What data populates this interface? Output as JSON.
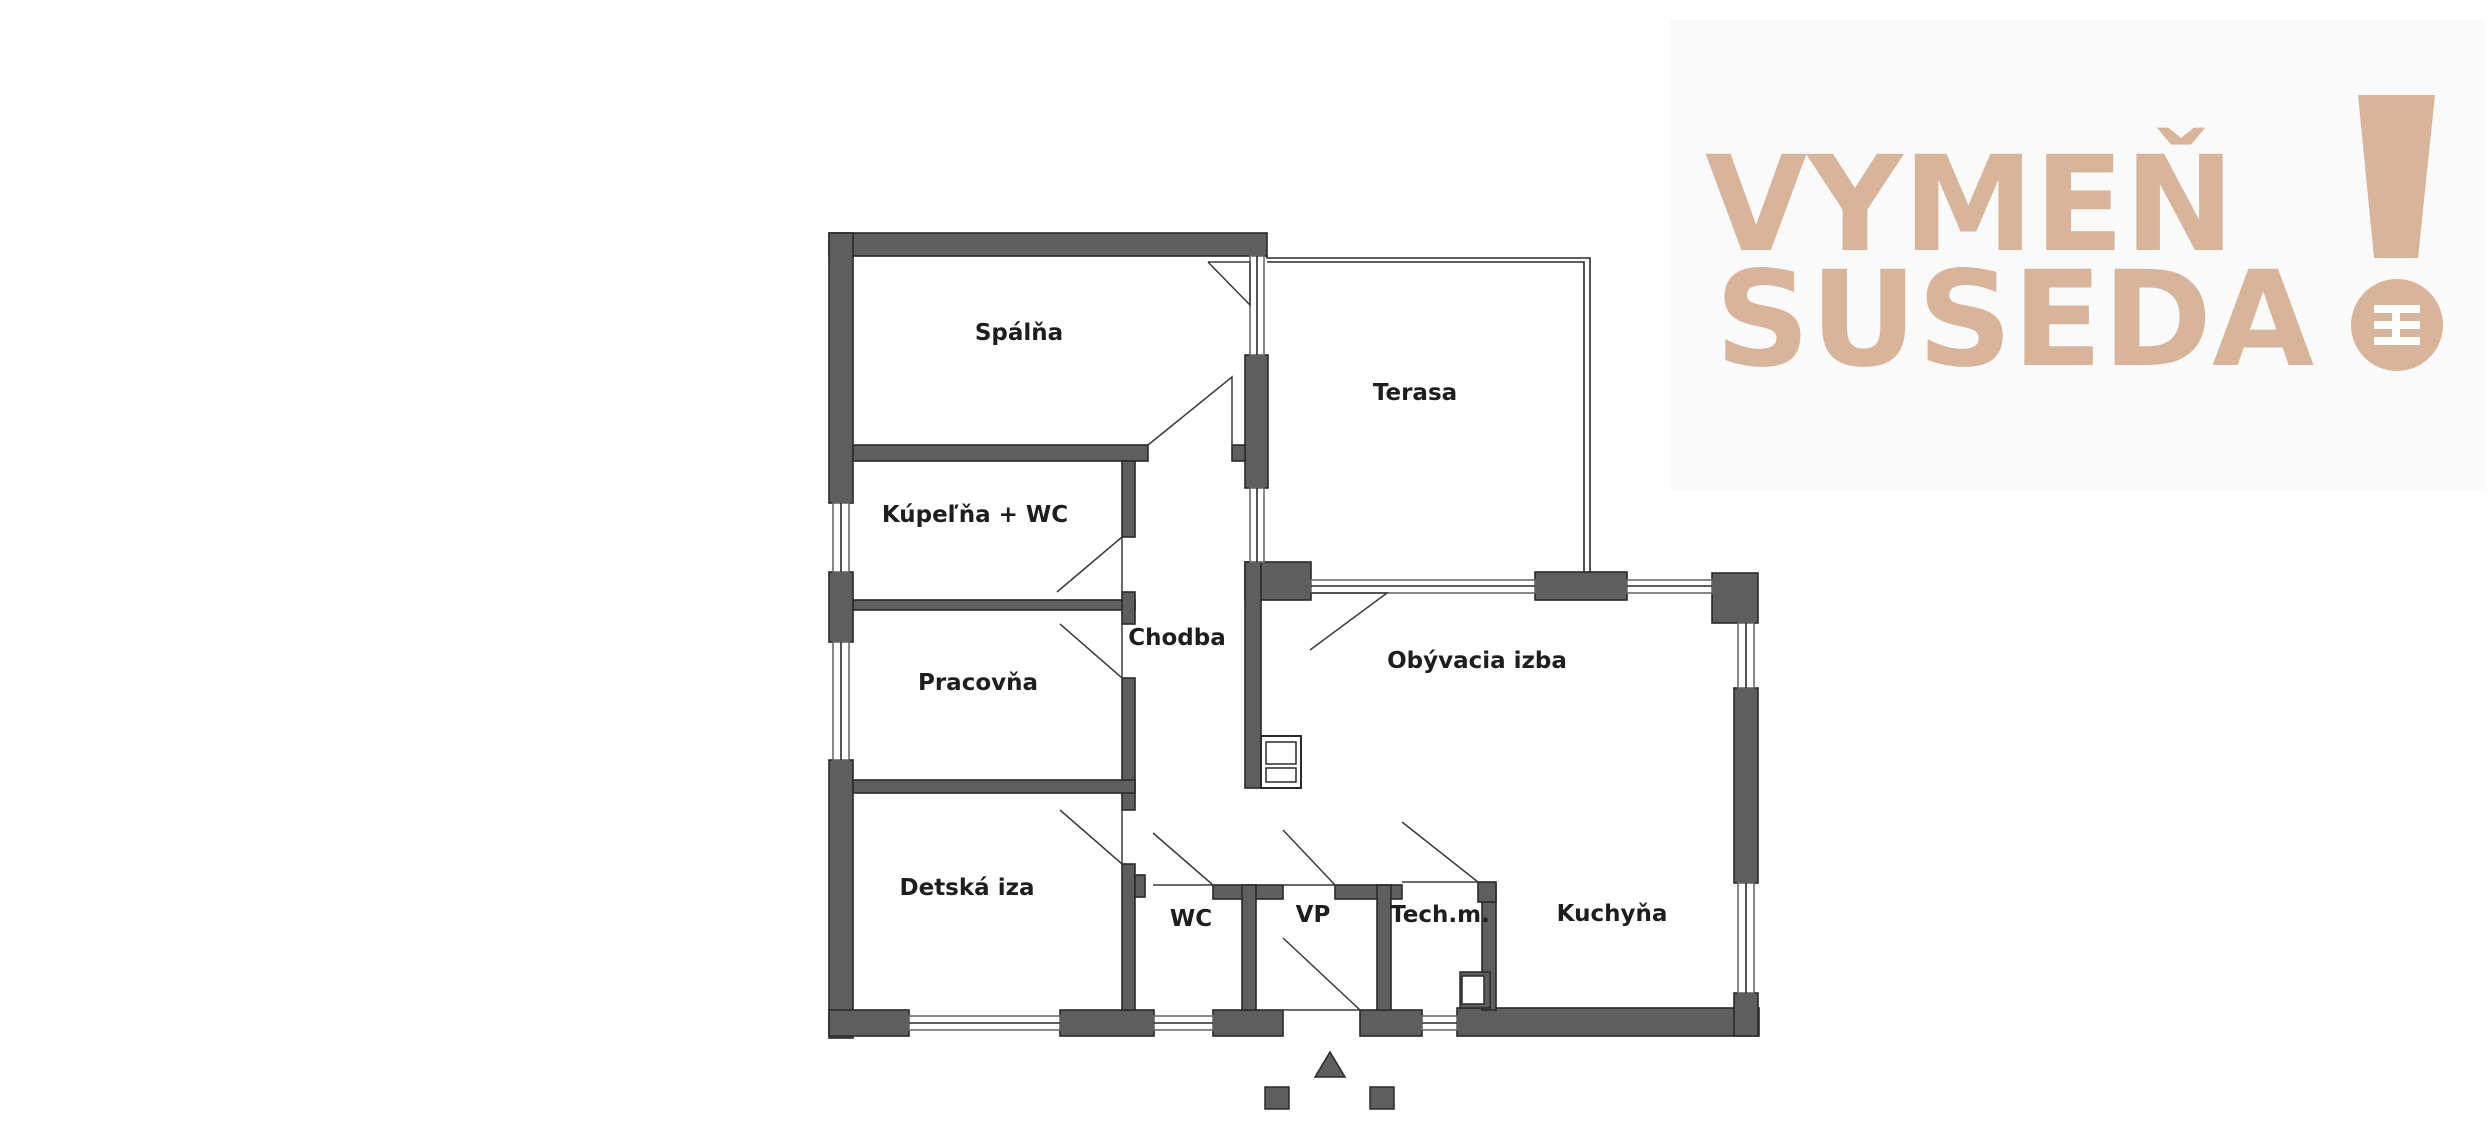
{
  "logo": {
    "line1": "VYMEŇ",
    "line2": "SUSEDA",
    "mark": "!",
    "color": "#d8b49a"
  },
  "rooms": {
    "spalna": "Spálňa",
    "terasa": "Terasa",
    "kupelna": "Kúpeľňa + WC",
    "chodba": "Chodba",
    "pracovna": "Pracovňa",
    "obyvacia": "Obývacia izba",
    "detska": "Detská iza",
    "wc": "WC",
    "vp": "VP",
    "tech": "Tech.m.",
    "kuchyna": "Kuchyňa"
  },
  "colors": {
    "wall": "#5e5e5e",
    "line": "#2a2a2a",
    "background": "#ffffff"
  },
  "icons": {
    "entrance": "triangle-icon",
    "stairs": "square-icon"
  }
}
